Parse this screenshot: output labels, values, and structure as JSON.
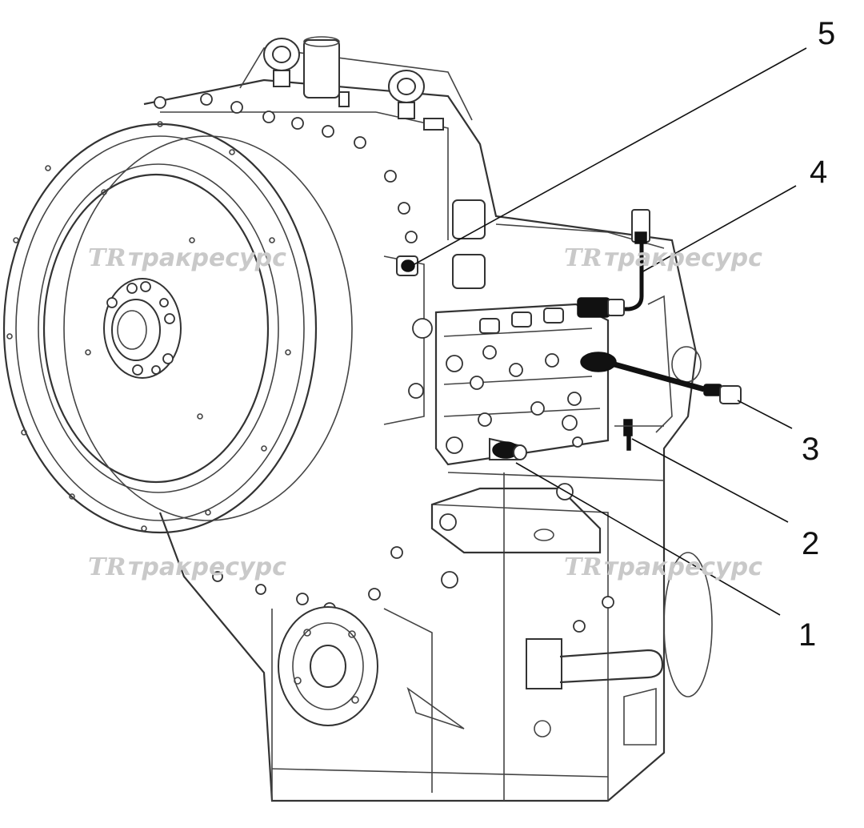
{
  "callouts": [
    {
      "id": "1",
      "label": "1"
    },
    {
      "id": "2",
      "label": "2"
    },
    {
      "id": "3",
      "label": "3"
    },
    {
      "id": "4",
      "label": "4"
    },
    {
      "id": "5",
      "label": "5"
    }
  ],
  "watermark": {
    "logo": "TR",
    "text": "тракресурс"
  },
  "colors": {
    "line": "#333333",
    "sensor": "#111111",
    "watermark": "#c9c9c9",
    "background": "#ffffff"
  }
}
